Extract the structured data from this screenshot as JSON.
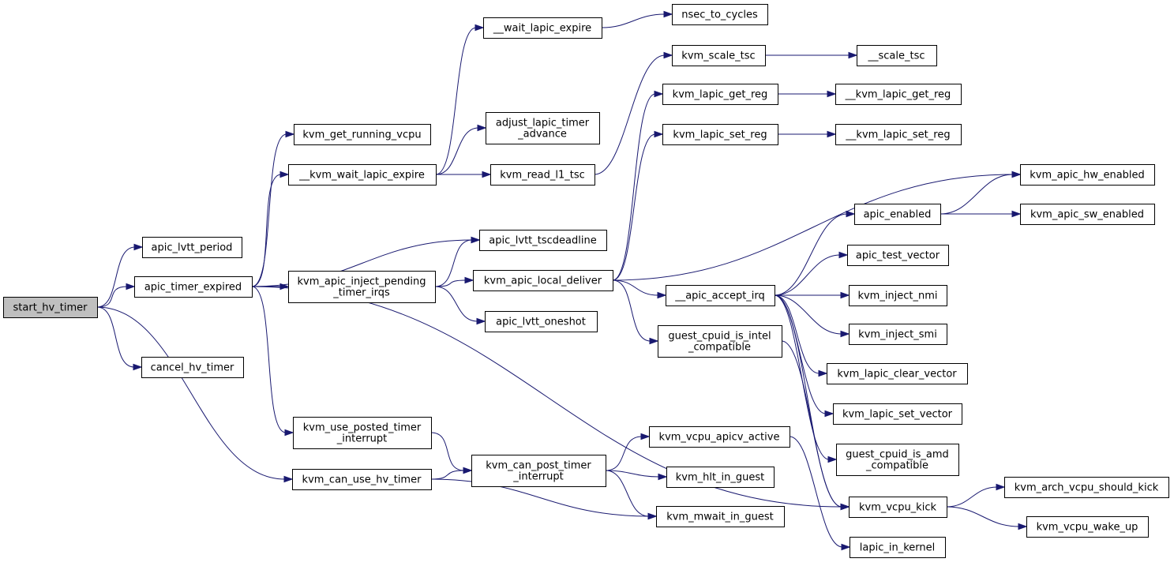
{
  "graph": {
    "colors": {
      "edge": "#191970",
      "root_fill": "#bfbfbf",
      "node_fill": "#ffffff",
      "node_border": "#000000"
    },
    "nodes": [
      {
        "id": "start_hv_timer",
        "lines": [
          "start_hv_timer"
        ],
        "root": true
      },
      {
        "id": "apic_lvtt_period",
        "lines": [
          "apic_lvtt_period"
        ]
      },
      {
        "id": "apic_timer_expired",
        "lines": [
          "apic_timer_expired"
        ]
      },
      {
        "id": "cancel_hv_timer",
        "lines": [
          "cancel_hv_timer"
        ]
      },
      {
        "id": "kvm_can_use_hv_timer",
        "lines": [
          "kvm_can_use_hv_timer"
        ]
      },
      {
        "id": "kvm_get_running_vcpu",
        "lines": [
          "kvm_get_running_vcpu"
        ]
      },
      {
        "id": "__kvm_wait_lapic_expire",
        "lines": [
          "__kvm_wait_lapic_expire"
        ]
      },
      {
        "id": "apic_lvtt_tscdeadline",
        "lines": [
          "apic_lvtt_tscdeadline"
        ]
      },
      {
        "id": "kvm_apic_inject_pending_timer_irqs",
        "lines": [
          "kvm_apic_inject_pending",
          "_timer_irqs"
        ]
      },
      {
        "id": "kvm_use_posted_timer_interrupt",
        "lines": [
          "kvm_use_posted_timer",
          "_interrupt"
        ]
      },
      {
        "id": "kvm_vcpu_kick",
        "lines": [
          "kvm_vcpu_kick"
        ]
      },
      {
        "id": "__wait_lapic_expire",
        "lines": [
          "__wait_lapic_expire"
        ]
      },
      {
        "id": "adjust_lapic_timer_advance",
        "lines": [
          "adjust_lapic_timer",
          "_advance"
        ]
      },
      {
        "id": "kvm_read_l1_tsc",
        "lines": [
          "kvm_read_l1_tsc"
        ]
      },
      {
        "id": "nsec_to_cycles",
        "lines": [
          "nsec_to_cycles"
        ]
      },
      {
        "id": "kvm_scale_tsc",
        "lines": [
          "kvm_scale_tsc"
        ]
      },
      {
        "id": "__scale_tsc",
        "lines": [
          "__scale_tsc"
        ]
      },
      {
        "id": "kvm_apic_local_deliver",
        "lines": [
          "kvm_apic_local_deliver"
        ]
      },
      {
        "id": "apic_lvtt_oneshot",
        "lines": [
          "apic_lvtt_oneshot"
        ]
      },
      {
        "id": "kvm_lapic_get_reg",
        "lines": [
          "kvm_lapic_get_reg"
        ]
      },
      {
        "id": "kvm_lapic_set_reg",
        "lines": [
          "kvm_lapic_set_reg"
        ]
      },
      {
        "id": "kvm_apic_hw_enabled",
        "lines": [
          "kvm_apic_hw_enabled"
        ]
      },
      {
        "id": "__apic_accept_irq",
        "lines": [
          "__apic_accept_irq"
        ]
      },
      {
        "id": "guest_cpuid_is_intel_compatible",
        "lines": [
          "guest_cpuid_is_intel",
          "_compatible"
        ]
      },
      {
        "id": "__kvm_lapic_get_reg",
        "lines": [
          "__kvm_lapic_get_reg"
        ]
      },
      {
        "id": "__kvm_lapic_set_reg",
        "lines": [
          "__kvm_lapic_set_reg"
        ]
      },
      {
        "id": "apic_enabled",
        "lines": [
          "apic_enabled"
        ]
      },
      {
        "id": "kvm_apic_sw_enabled",
        "lines": [
          "kvm_apic_sw_enabled"
        ]
      },
      {
        "id": "apic_test_vector",
        "lines": [
          "apic_test_vector"
        ]
      },
      {
        "id": "kvm_inject_nmi",
        "lines": [
          "kvm_inject_nmi"
        ]
      },
      {
        "id": "kvm_inject_smi",
        "lines": [
          "kvm_inject_smi"
        ]
      },
      {
        "id": "kvm_lapic_clear_vector",
        "lines": [
          "kvm_lapic_clear_vector"
        ]
      },
      {
        "id": "kvm_lapic_set_vector",
        "lines": [
          "kvm_lapic_set_vector"
        ]
      },
      {
        "id": "guest_cpuid_is_amd_compatible",
        "lines": [
          "guest_cpuid_is_amd",
          "_compatible"
        ]
      },
      {
        "id": "kvm_can_post_timer_interrupt",
        "lines": [
          "kvm_can_post_timer",
          "_interrupt"
        ]
      },
      {
        "id": "kvm_vcpu_apicv_active",
        "lines": [
          "kvm_vcpu_apicv_active"
        ]
      },
      {
        "id": "kvm_hlt_in_guest",
        "lines": [
          "kvm_hlt_in_guest"
        ]
      },
      {
        "id": "kvm_mwait_in_guest",
        "lines": [
          "kvm_mwait_in_guest"
        ]
      },
      {
        "id": "lapic_in_kernel",
        "lines": [
          "lapic_in_kernel"
        ]
      },
      {
        "id": "kvm_arch_vcpu_should_kick",
        "lines": [
          "kvm_arch_vcpu_should_kick"
        ]
      },
      {
        "id": "kvm_vcpu_wake_up",
        "lines": [
          "kvm_vcpu_wake_up"
        ]
      }
    ],
    "edges": [
      [
        "start_hv_timer",
        "apic_lvtt_period"
      ],
      [
        "start_hv_timer",
        "apic_timer_expired"
      ],
      [
        "start_hv_timer",
        "cancel_hv_timer"
      ],
      [
        "start_hv_timer",
        "kvm_can_use_hv_timer"
      ],
      [
        "apic_timer_expired",
        "kvm_get_running_vcpu"
      ],
      [
        "apic_timer_expired",
        "__kvm_wait_lapic_expire"
      ],
      [
        "apic_timer_expired",
        "apic_lvtt_tscdeadline"
      ],
      [
        "apic_timer_expired",
        "kvm_apic_inject_pending_timer_irqs"
      ],
      [
        "apic_timer_expired",
        "kvm_use_posted_timer_interrupt"
      ],
      [
        "apic_timer_expired",
        "kvm_vcpu_kick"
      ],
      [
        "__kvm_wait_lapic_expire",
        "__wait_lapic_expire"
      ],
      [
        "__kvm_wait_lapic_expire",
        "adjust_lapic_timer_advance"
      ],
      [
        "__kvm_wait_lapic_expire",
        "kvm_read_l1_tsc"
      ],
      [
        "__wait_lapic_expire",
        "nsec_to_cycles"
      ],
      [
        "kvm_read_l1_tsc",
        "kvm_scale_tsc"
      ],
      [
        "kvm_scale_tsc",
        "__scale_tsc"
      ],
      [
        "kvm_apic_inject_pending_timer_irqs",
        "apic_lvtt_tscdeadline"
      ],
      [
        "kvm_apic_inject_pending_timer_irqs",
        "kvm_apic_local_deliver"
      ],
      [
        "kvm_apic_inject_pending_timer_irqs",
        "apic_lvtt_oneshot"
      ],
      [
        "kvm_apic_local_deliver",
        "kvm_lapic_get_reg"
      ],
      [
        "kvm_apic_local_deliver",
        "kvm_lapic_set_reg"
      ],
      [
        "kvm_apic_local_deliver",
        "kvm_apic_hw_enabled"
      ],
      [
        "kvm_apic_local_deliver",
        "__apic_accept_irq"
      ],
      [
        "kvm_apic_local_deliver",
        "guest_cpuid_is_intel_compatible"
      ],
      [
        "kvm_lapic_get_reg",
        "__kvm_lapic_get_reg"
      ],
      [
        "kvm_lapic_set_reg",
        "__kvm_lapic_set_reg"
      ],
      [
        "apic_enabled",
        "kvm_apic_hw_enabled"
      ],
      [
        "apic_enabled",
        "kvm_apic_sw_enabled"
      ],
      [
        "__apic_accept_irq",
        "apic_enabled"
      ],
      [
        "__apic_accept_irq",
        "apic_test_vector"
      ],
      [
        "__apic_accept_irq",
        "kvm_inject_nmi"
      ],
      [
        "__apic_accept_irq",
        "kvm_inject_smi"
      ],
      [
        "__apic_accept_irq",
        "kvm_lapic_clear_vector"
      ],
      [
        "__apic_accept_irq",
        "kvm_lapic_set_vector"
      ],
      [
        "__apic_accept_irq",
        "guest_cpuid_is_amd_compatible"
      ],
      [
        "__apic_accept_irq",
        "kvm_vcpu_kick"
      ],
      [
        "guest_cpuid_is_intel_compatible",
        "kvm_vcpu_kick"
      ],
      [
        "kvm_use_posted_timer_interrupt",
        "kvm_can_post_timer_interrupt"
      ],
      [
        "kvm_can_use_hv_timer",
        "kvm_can_post_timer_interrupt"
      ],
      [
        "kvm_can_use_hv_timer",
        "kvm_mwait_in_guest"
      ],
      [
        "kvm_can_post_timer_interrupt",
        "kvm_vcpu_apicv_active"
      ],
      [
        "kvm_can_post_timer_interrupt",
        "kvm_hlt_in_guest"
      ],
      [
        "kvm_can_post_timer_interrupt",
        "kvm_mwait_in_guest"
      ],
      [
        "kvm_vcpu_apicv_active",
        "lapic_in_kernel"
      ],
      [
        "kvm_vcpu_kick",
        "kvm_arch_vcpu_should_kick"
      ],
      [
        "kvm_vcpu_kick",
        "kvm_vcpu_wake_up"
      ]
    ]
  }
}
